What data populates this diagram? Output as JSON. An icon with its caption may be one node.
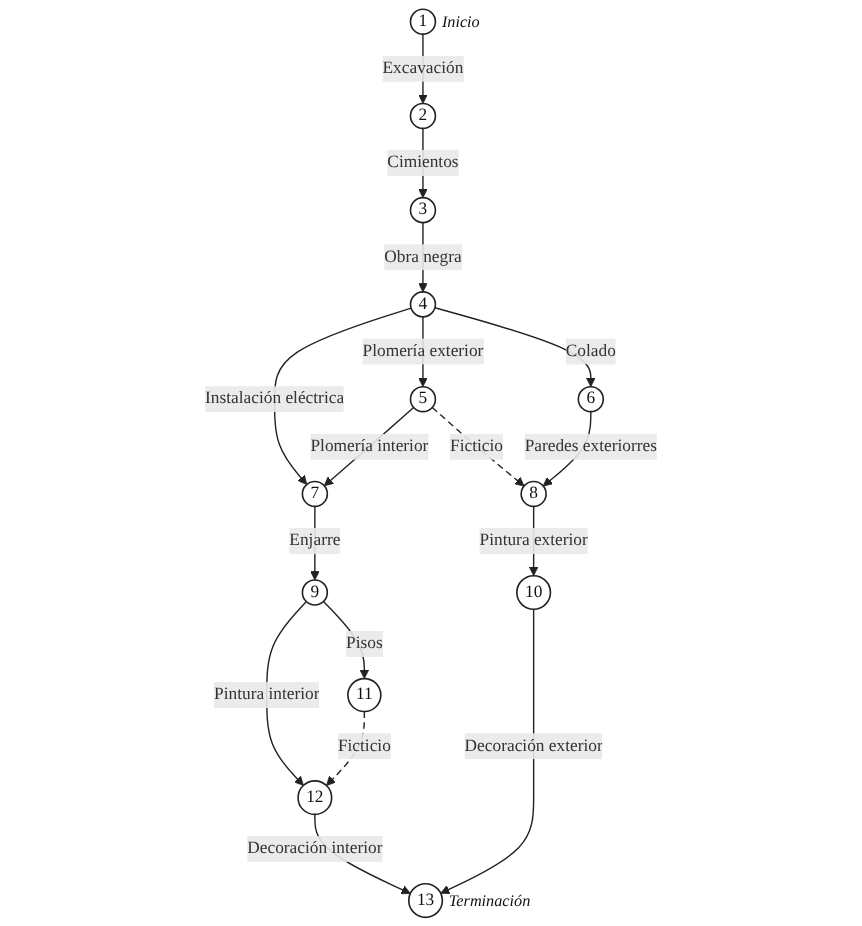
{
  "diagram": {
    "nodes": [
      {
        "text": [
          "1"
        ],
        "beside": [
          "Inicio"
        ]
      },
      {
        "text": [
          "2"
        ]
      },
      {
        "text": [
          "3"
        ]
      },
      {
        "text": [
          "4"
        ]
      },
      {
        "text": [
          "5"
        ]
      },
      {
        "text": [
          "6"
        ]
      },
      {
        "text": [
          "7"
        ]
      },
      {
        "text": [
          "8"
        ]
      },
      {
        "text": [
          "9"
        ]
      },
      {
        "text": [
          "10"
        ]
      },
      {
        "text": [
          "11"
        ]
      },
      {
        "text": [
          "12"
        ]
      },
      {
        "text": [
          "13"
        ],
        "beside": [
          "Terminación"
        ]
      }
    ],
    "edges": [
      {
        "from": 0,
        "to": 1,
        "arrow": "to",
        "label": "Excavación"
      },
      {
        "from": 1,
        "to": 2,
        "arrow": "to",
        "label": "Cimientos"
      },
      {
        "from": 2,
        "to": 3,
        "arrow": "to",
        "label": "Obra negra"
      },
      {
        "from": 3,
        "to": 4,
        "arrow": "to",
        "label": "Plomería exterior"
      },
      {
        "from": 3,
        "to": 5,
        "arrow": "to",
        "label": "Colado"
      },
      {
        "from": 3,
        "to": 6,
        "arrow": "to",
        "label": "Instalación eléctrica"
      },
      {
        "from": 4,
        "to": 6,
        "arrow": "to",
        "label": "Plomería interior"
      },
      {
        "from": 4,
        "to": 7,
        "arrow": "to",
        "label": "Ficticio",
        "style": "dashed"
      },
      {
        "from": 5,
        "to": 7,
        "arrow": "to",
        "label": "Paredes exteriorres"
      },
      {
        "from": 6,
        "to": 8,
        "arrow": "to",
        "label": "Enjarre"
      },
      {
        "from": 7,
        "to": 9,
        "arrow": "to",
        "label": "Pintura exterior"
      },
      {
        "from": 8,
        "to": 10,
        "arrow": "to",
        "label": "Pisos"
      },
      {
        "from": 8,
        "to": 11,
        "arrow": "to",
        "label": "Pintura interior"
      },
      {
        "from": 10,
        "to": 11,
        "arrow": "to",
        "label": "Ficticio",
        "style": "dashed"
      },
      {
        "from": 11,
        "to": 12,
        "arrow": "to",
        "label": "Decoración interior"
      },
      {
        "from": 9,
        "to": 12,
        "arrow": "to",
        "label": "Decoración exterior"
      }
    ]
  }
}
